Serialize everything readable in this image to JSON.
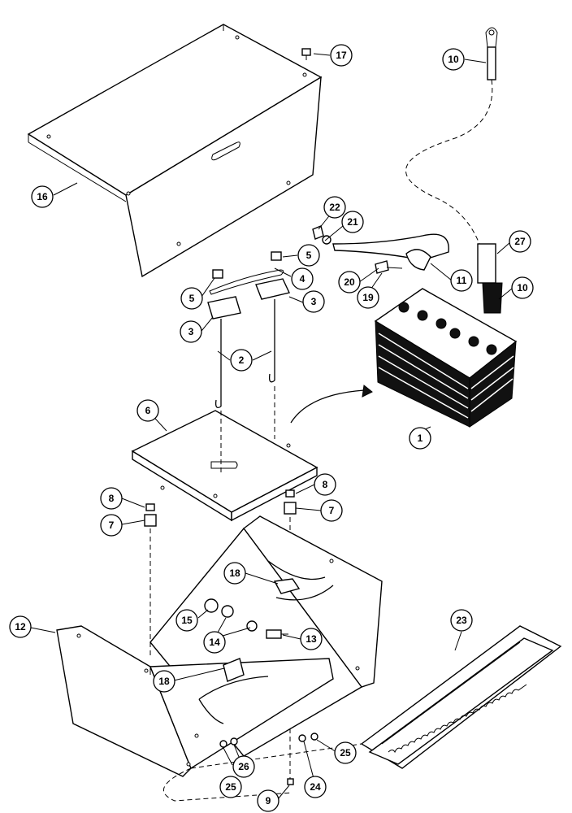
{
  "callouts": [
    {
      "id": "c17",
      "label": "17"
    },
    {
      "id": "c10a",
      "label": "10"
    },
    {
      "id": "c16",
      "label": "16"
    },
    {
      "id": "c22",
      "label": "22"
    },
    {
      "id": "c21",
      "label": "21"
    },
    {
      "id": "c27",
      "label": "27"
    },
    {
      "id": "c5a",
      "label": "5"
    },
    {
      "id": "c4",
      "label": "4"
    },
    {
      "id": "c5b",
      "label": "5"
    },
    {
      "id": "c3a",
      "label": "3"
    },
    {
      "id": "c3b",
      "label": "3"
    },
    {
      "id": "c20",
      "label": "20"
    },
    {
      "id": "c11",
      "label": "11"
    },
    {
      "id": "c19",
      "label": "19"
    },
    {
      "id": "c10b",
      "label": "10"
    },
    {
      "id": "c2",
      "label": "2"
    },
    {
      "id": "c6",
      "label": "6"
    },
    {
      "id": "c1",
      "label": "1"
    },
    {
      "id": "c8a",
      "label": "8"
    },
    {
      "id": "c8b",
      "label": "8"
    },
    {
      "id": "c7a",
      "label": "7"
    },
    {
      "id": "c7b",
      "label": "7"
    },
    {
      "id": "c18a",
      "label": "18"
    },
    {
      "id": "c15",
      "label": "15"
    },
    {
      "id": "c12",
      "label": "12"
    },
    {
      "id": "c14",
      "label": "14"
    },
    {
      "id": "c13",
      "label": "13"
    },
    {
      "id": "c23",
      "label": "23"
    },
    {
      "id": "c18b",
      "label": "18"
    },
    {
      "id": "c26",
      "label": "26"
    },
    {
      "id": "c25a",
      "label": "25"
    },
    {
      "id": "c25b",
      "label": "25"
    },
    {
      "id": "c24",
      "label": "24"
    },
    {
      "id": "c9",
      "label": "9"
    }
  ]
}
